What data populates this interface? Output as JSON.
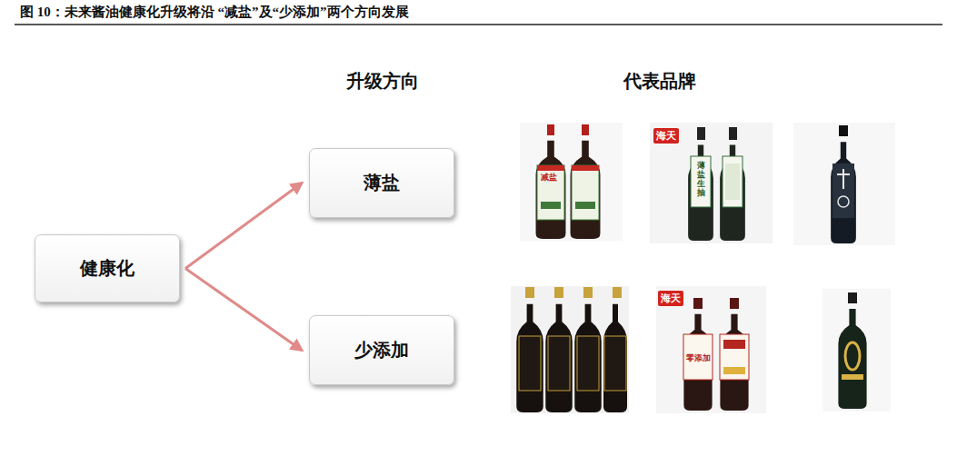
{
  "diagram": {
    "title": "图 10：未来酱油健康化升级将沿 “减盐”及“少添加”两个方向发展",
    "nodes": [
      {
        "text": [
          "健康化"
        ]
      },
      {
        "text": [
          "薄盐"
        ]
      },
      {
        "text": [
          "少添加"
        ]
      }
    ],
    "edges": [
      {
        "from": 0,
        "to": 1,
        "arrow": "to"
      },
      {
        "from": 0,
        "to": 2,
        "arrow": "to"
      }
    ],
    "labels": [
      "升级方向",
      "代表品牌",
      "减盐",
      "海天",
      "薄盐生抽",
      "海天",
      "零添加"
    ]
  }
}
